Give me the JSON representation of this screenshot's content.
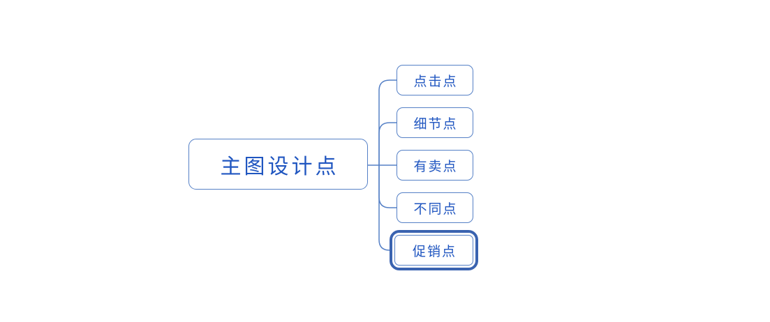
{
  "diagram": {
    "type": "mindmap",
    "root": {
      "label": "主图设计点"
    },
    "children": [
      {
        "label": "点击点",
        "selected": false
      },
      {
        "label": "细节点",
        "selected": false
      },
      {
        "label": "有卖点",
        "selected": false
      },
      {
        "label": "不同点",
        "selected": false
      },
      {
        "label": "促销点",
        "selected": true
      }
    ],
    "colors": {
      "node_border": "#5580C6",
      "node_text": "#2056C0",
      "selected_border": "#3A63B0",
      "connector": "#5580C6",
      "background": "#FFFFFF"
    }
  }
}
